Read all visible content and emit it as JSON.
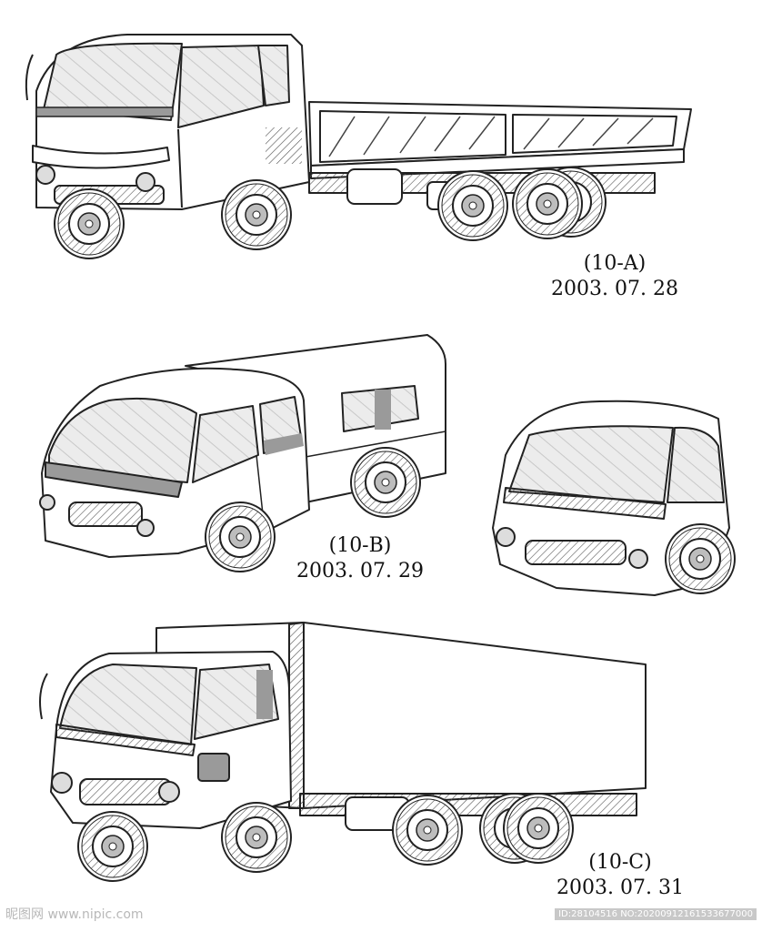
{
  "drawings": [
    {
      "id": "10-A",
      "label": "(10-A)",
      "date": "2003. 07. 28",
      "subject": "flatbed-truck"
    },
    {
      "id": "10-B",
      "label": "(10-B)",
      "date": "2003. 07. 29",
      "subject": "crew-cab-pickup"
    },
    {
      "id": "10-C",
      "label": "(10-C)",
      "date": "2003. 07. 31",
      "subject": "box-truck"
    }
  ],
  "watermark": {
    "site": "昵图网 www.nipic.com",
    "id_text": "ID:28104516 NO:20200912161533677000"
  },
  "colors": {
    "line": "#222222",
    "shade": "#9a9a9a",
    "glass": "#e6e6e6",
    "paper": "#ffffff"
  }
}
